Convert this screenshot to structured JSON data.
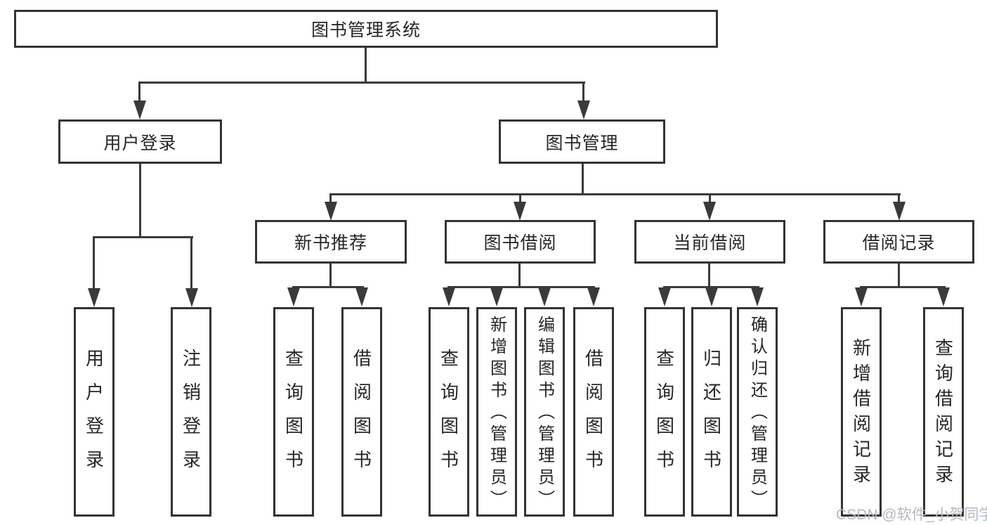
{
  "tree": {
    "root": {
      "label": "图书管理系统"
    },
    "branches": [
      {
        "label": "用户登录",
        "children": [
          {
            "label": "用户登录"
          },
          {
            "label": "注销登录"
          }
        ]
      },
      {
        "label": "图书管理",
        "sections": [
          {
            "label": "新书推荐",
            "children": [
              {
                "label": "查询图书"
              },
              {
                "label": "借阅图书"
              }
            ]
          },
          {
            "label": "图书借阅",
            "children": [
              {
                "label": "查询图书"
              },
              {
                "label": "新增图书（管理员）"
              },
              {
                "label": "编辑图书（管理员）"
              },
              {
                "label": "借阅图书"
              }
            ]
          },
          {
            "label": "当前借阅",
            "children": [
              {
                "label": "查询图书"
              },
              {
                "label": "归还图书"
              },
              {
                "label": "确认归还（管理员）"
              }
            ]
          },
          {
            "label": "借阅记录",
            "children": [
              {
                "label": "新增借阅记录"
              },
              {
                "label": "查询借阅记录"
              }
            ]
          }
        ]
      }
    ]
  },
  "watermark": {
    "text": "CSDN @软件_小贺同学"
  },
  "colors": {
    "line": "#3a3a3a",
    "border": "#333333",
    "text": "#262626",
    "watermark": "#b4b9c2",
    "background": "#ffffff"
  }
}
